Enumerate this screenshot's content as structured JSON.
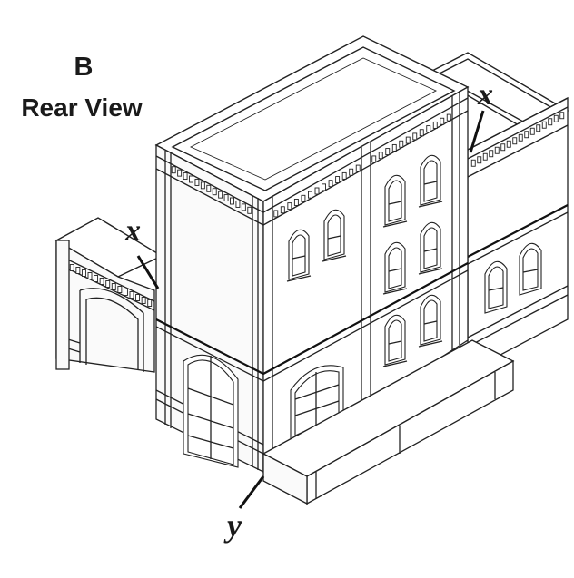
{
  "title": {
    "letter": "B",
    "view": "Rear View"
  },
  "callouts": {
    "x_right": "x",
    "x_left": "x",
    "y": "y"
  },
  "colors": {
    "line": "#222222",
    "background": "#ffffff"
  }
}
